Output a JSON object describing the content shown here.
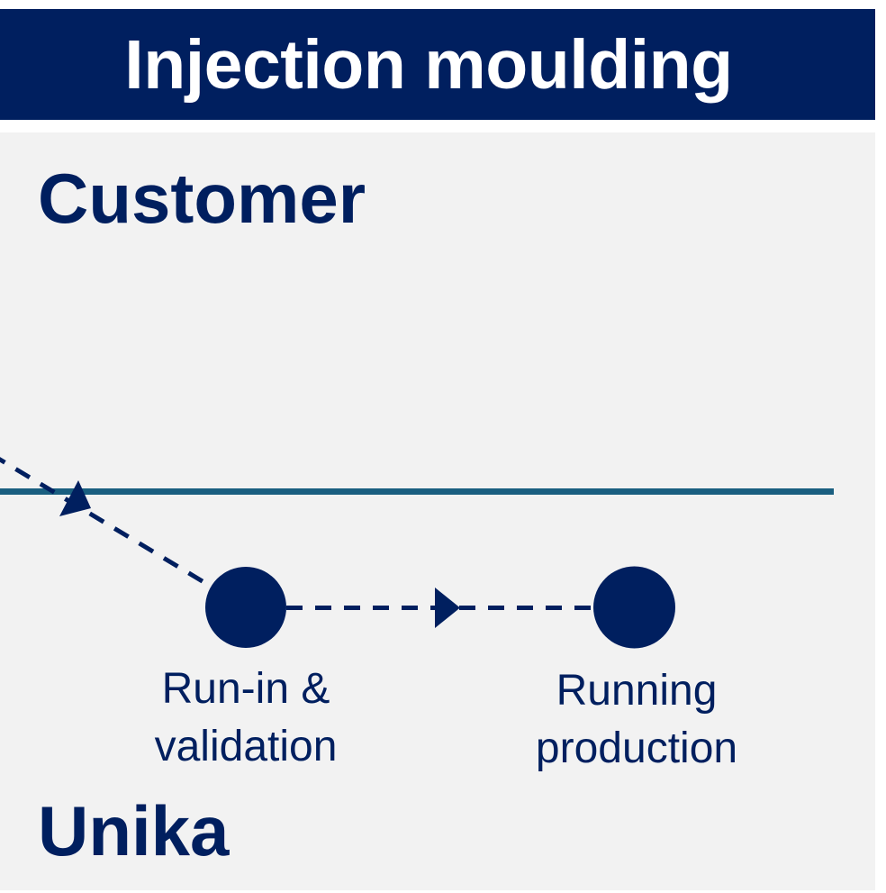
{
  "header": {
    "title": "Injection moulding"
  },
  "lanes": {
    "top": "Customer",
    "bottom": "Unika"
  },
  "steps": [
    {
      "line1": "Run-in &",
      "line2": "validation"
    },
    {
      "line1": "Running",
      "line2": "production"
    }
  ],
  "colors": {
    "navy": "#001f5f",
    "lane_divider": "#1a5f80",
    "panel_bg": "#f2f2f2",
    "banner_text": "#ffffff"
  },
  "icons": {
    "arrow_marker": "triangle-arrow-icon",
    "step_node": "filled-circle-icon"
  }
}
